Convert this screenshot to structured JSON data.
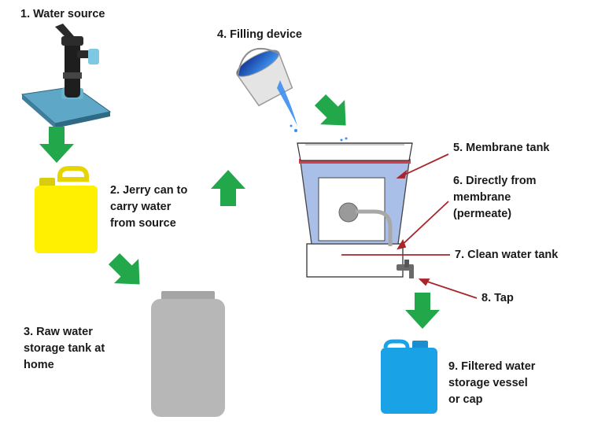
{
  "labels": {
    "water_source": "1. Water source",
    "jerry_can": [
      "2. Jerry can to",
      "carry water",
      "from source"
    ],
    "raw_storage": [
      "3. Raw water",
      "storage tank at",
      "home"
    ],
    "filling_device": "4. Filling device",
    "membrane_tank": "5. Membrane tank",
    "permeate": [
      "6. Directly from",
      "membrane",
      "(permeate)"
    ],
    "clean_tank": "7. Clean water tank",
    "tap": "8. Tap",
    "filtered_vessel": [
      "9. Filtered water",
      "storage vessel",
      "or cap"
    ]
  },
  "colors": {
    "arrow_green": "#22a84a",
    "jerry_yellow": "#ffef00",
    "raw_tank_gray": "#b7b7b7",
    "filtered_blue": "#1aa2e6",
    "membrane_blue": "#a9bfe8",
    "pointer_red": "#a8262b"
  }
}
